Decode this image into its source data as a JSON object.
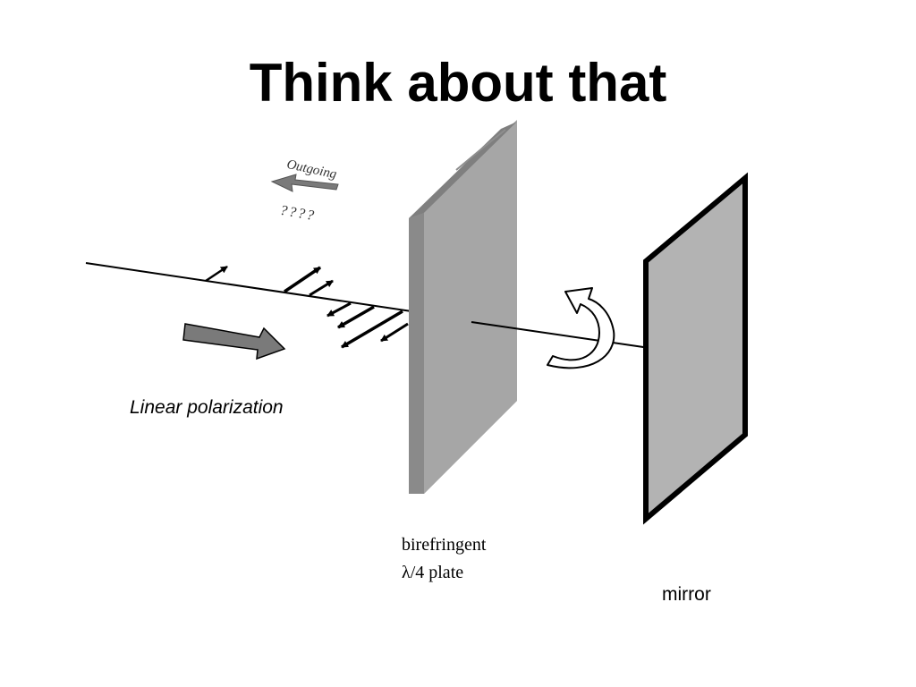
{
  "slide": {
    "title": "Think about that"
  },
  "labels": {
    "outgoing": "Outgoing",
    "unknown": "????",
    "linear_polarization": "Linear polarization",
    "plate_line1": "birefringent",
    "plate_line2": "λ/4 plate",
    "mirror": "mirror"
  },
  "colors": {
    "plate_front": "#a3a3a3",
    "plate_edge": "#8a8a8a",
    "plate_top": "#7d7d7d",
    "mirror_fill": "#b3b3b3",
    "arrow_fill": "#7a7a7a"
  }
}
